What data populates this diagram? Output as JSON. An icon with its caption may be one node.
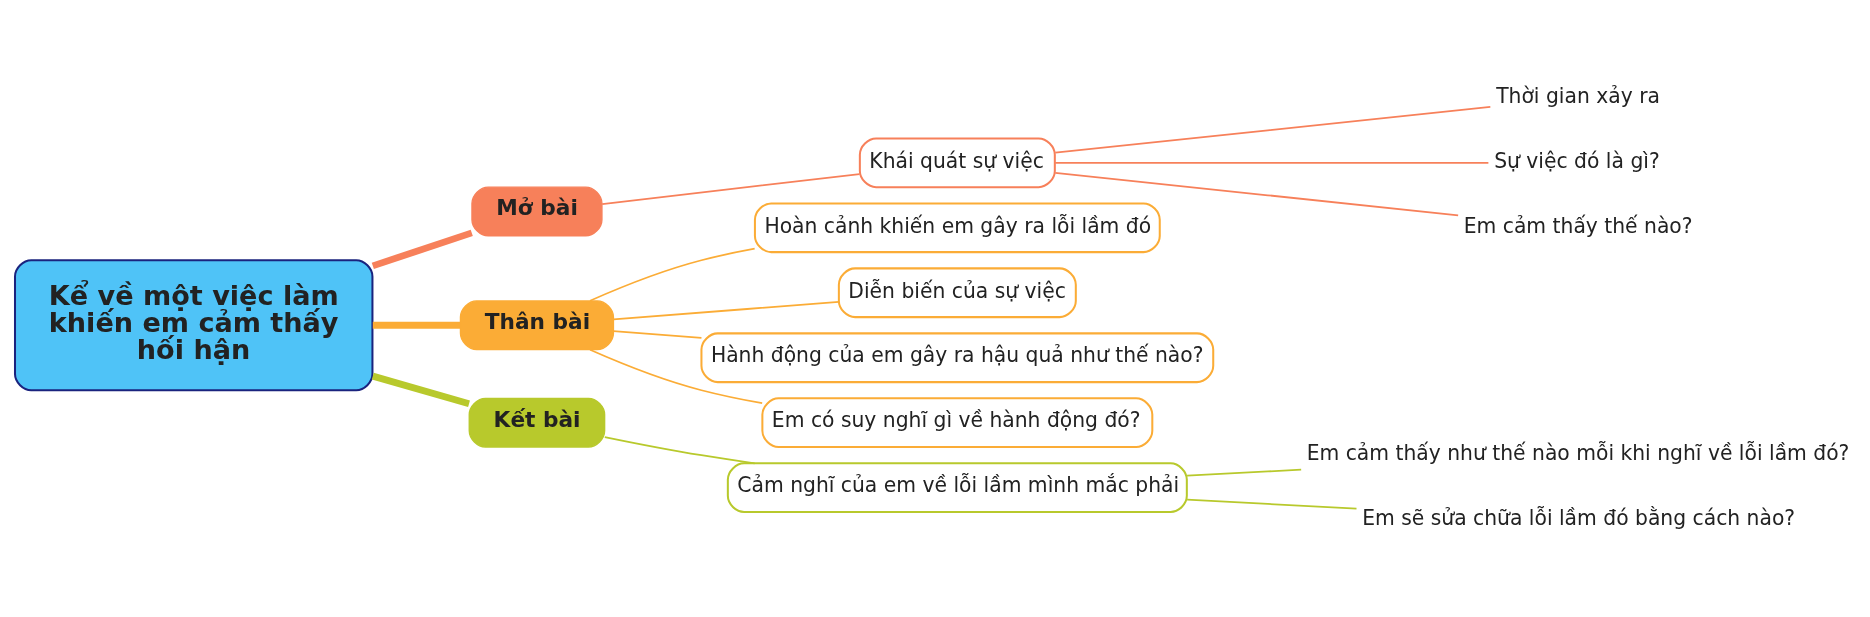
{
  "diagram": {
    "nodes": [
      {
        "text": [
          "Kể về một việc làm khiến em cảm thấy hối hận"
        ]
      },
      {
        "text": [
          "Mở bài"
        ]
      },
      {
        "text": [
          "Khái quát sự việc"
        ]
      },
      {
        "text": [
          "Thời gian xảy ra"
        ]
      },
      {
        "text": [
          "Sự việc đó là gì?"
        ]
      },
      {
        "text": [
          "Em cảm thấy thế nào?"
        ]
      },
      {
        "text": [
          "Thân bài"
        ]
      },
      {
        "text": [
          "Hoàn cảnh khiến em gây ra lỗi lầm đó"
        ]
      },
      {
        "text": [
          "Diễn biến của sự việc"
        ]
      },
      {
        "text": [
          "Hành động của em gây ra hậu quả như thế nào?"
        ]
      },
      {
        "text": [
          "Em có suy nghĩ gì về hành động đó?"
        ]
      },
      {
        "text": [
          "Kết bài"
        ]
      },
      {
        "text": [
          "Cảm nghĩ của em về lỗi lầm mình mắc phải"
        ]
      },
      {
        "text": [
          "Em cảm thấy như thế nào mỗi khi nghĩ về lỗi lầm đó?"
        ]
      },
      {
        "text": [
          "Em sẽ sửa chữa lỗi lầm đó bằng cách nào?"
        ]
      }
    ],
    "edges": [
      {
        "from": 0,
        "to": 1,
        "arrow": "none",
        "style": "thick",
        "color": "#f7805a"
      },
      {
        "from": 1,
        "to": 2,
        "arrow": "none",
        "color": "#f7805a"
      },
      {
        "from": 2,
        "to": 3,
        "arrow": "none",
        "color": "#f7805a"
      },
      {
        "from": 2,
        "to": 4,
        "arrow": "none",
        "color": "#f7805a"
      },
      {
        "from": 2,
        "to": 5,
        "arrow": "none",
        "color": "#f7805a"
      },
      {
        "from": 0,
        "to": 6,
        "arrow": "none",
        "style": "thick",
        "color": "#fbac36"
      },
      {
        "from": 6,
        "to": 7,
        "arrow": "none",
        "color": "#fbac36"
      },
      {
        "from": 6,
        "to": 8,
        "arrow": "none",
        "color": "#fbac36"
      },
      {
        "from": 6,
        "to": 9,
        "arrow": "none",
        "color": "#fbac36"
      },
      {
        "from": 6,
        "to": 10,
        "arrow": "none",
        "color": "#fbac36"
      },
      {
        "from": 0,
        "to": 11,
        "arrow": "none",
        "style": "thick",
        "color": "#b8c92c"
      },
      {
        "from": 11,
        "to": 12,
        "arrow": "none",
        "color": "#b8c92c"
      },
      {
        "from": 12,
        "to": 13,
        "arrow": "none",
        "color": "#b8c92c"
      },
      {
        "from": 12,
        "to": 14,
        "arrow": "none",
        "color": "#b8c92c"
      }
    ]
  }
}
